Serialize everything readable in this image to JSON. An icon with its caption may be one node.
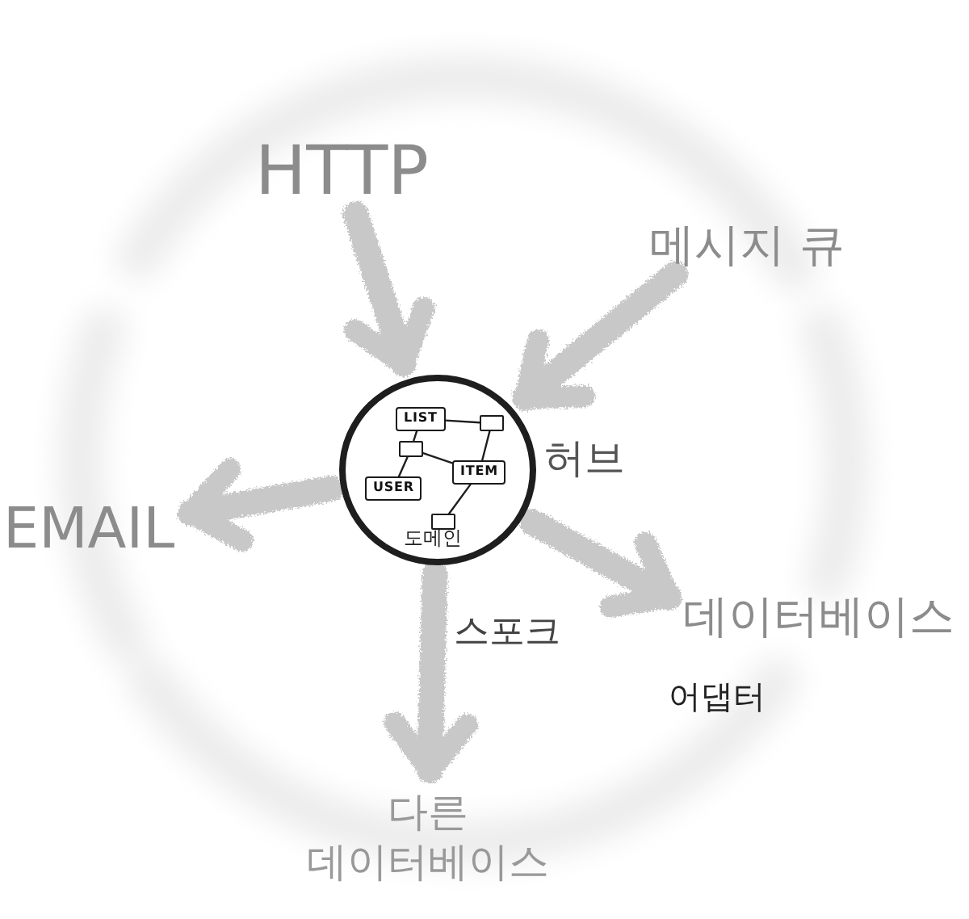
{
  "diagram": {
    "nodes": [
      {
        "text": [
          "HTTP"
        ]
      },
      {
        "text": [
          "메시지 큐"
        ]
      },
      {
        "text": [
          "도메인"
        ],
        "beside": [
          "허브"
        ]
      },
      {
        "text": [
          "LIST"
        ],
        "in": 2
      },
      {
        "text": [],
        "shape": "box",
        "in": 2
      },
      {
        "text": [],
        "shape": "box",
        "in": 2
      },
      {
        "text": [
          "ITEM"
        ],
        "in": 2
      },
      {
        "text": [
          "USER"
        ],
        "in": 2
      },
      {
        "text": [],
        "shape": "box",
        "in": 2
      },
      {
        "text": [
          "EMAIL"
        ]
      },
      {
        "text": [
          "데이터베이스"
        ]
      },
      {
        "text": [
          "다른 데이터베이스"
        ]
      }
    ],
    "edges": [
      {
        "from": 0,
        "to": 2,
        "arrow": "to",
        "style": "thick",
        "color": "#c8c8c8"
      },
      {
        "from": 1,
        "to": 2,
        "arrow": "to",
        "style": "thick",
        "color": "#c8c8c8"
      },
      {
        "from": 2,
        "to": 9,
        "arrow": "to",
        "style": "thick",
        "color": "#c8c8c8"
      },
      {
        "from": 2,
        "to": 10,
        "arrow": "to",
        "style": "thick",
        "color": "#c8c8c8"
      },
      {
        "from": 2,
        "to": 11,
        "arrow": "to",
        "style": "thick",
        "color": "#c8c8c8"
      },
      {
        "from": 3,
        "to": 4,
        "arrow": "none"
      },
      {
        "from": 3,
        "to": 5,
        "arrow": "none"
      },
      {
        "from": 5,
        "to": 7,
        "arrow": "none"
      },
      {
        "from": 5,
        "to": 6,
        "arrow": "none"
      },
      {
        "from": 4,
        "to": 6,
        "arrow": "none"
      },
      {
        "from": 6,
        "to": 8,
        "arrow": "none"
      }
    ],
    "labels": [
      "스포크",
      "어댑터"
    ]
  }
}
